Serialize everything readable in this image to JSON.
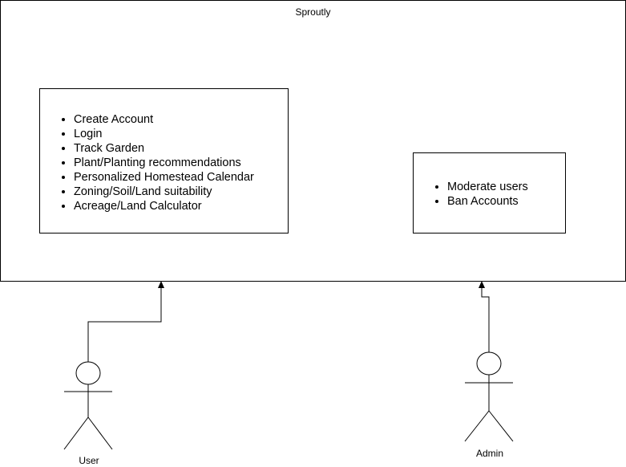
{
  "system": {
    "title": "Sproutly"
  },
  "user_features": {
    "items": [
      "Create Account",
      "Login",
      "Track Garden",
      "Plant/Planting recommendations",
      "Personalized Homestead Calendar",
      "Zoning/Soil/Land suitability",
      "Acreage/Land Calculator"
    ]
  },
  "admin_features": {
    "items": [
      "Moderate users",
      "Ban Accounts"
    ]
  },
  "actors": {
    "user": "User",
    "admin": "Admin"
  },
  "colors": {
    "stroke": "#000000",
    "background": "#ffffff"
  }
}
